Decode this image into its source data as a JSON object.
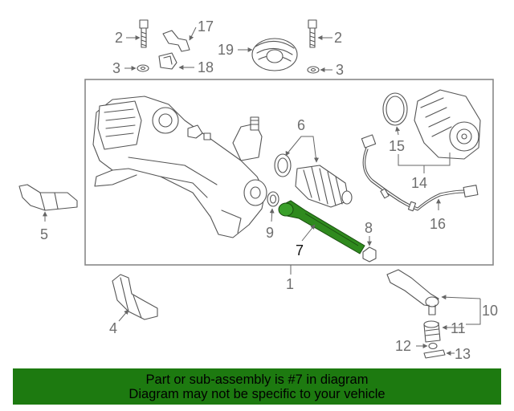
{
  "callouts": {
    "c1": "1",
    "c2a": "2",
    "c2b": "2",
    "c3a": "3",
    "c3b": "3",
    "c4": "4",
    "c5": "5",
    "c6": "6",
    "c7": "7",
    "c8": "8",
    "c9": "9",
    "c10": "10",
    "c11": "11",
    "c12": "12",
    "c13": "13",
    "c14": "14",
    "c15": "15",
    "c16": "16",
    "c17": "17",
    "c18": "18",
    "c19": "19"
  },
  "highlight": {
    "part_number": "7",
    "color": "#2f8a1e"
  },
  "banner": {
    "line1": "Part or sub-assembly is #7 in diagram",
    "line2": "Diagram may not be specific to your vehicle",
    "background": "#1d7a10"
  }
}
